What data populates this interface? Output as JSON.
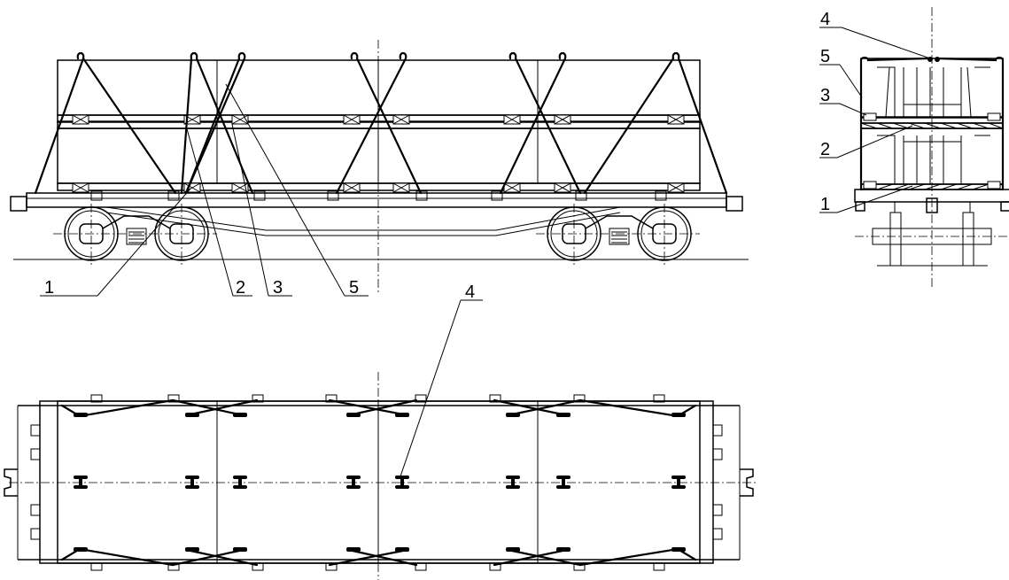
{
  "callouts": {
    "side_1": "1",
    "side_2": "2",
    "side_3": "3",
    "side_5": "5",
    "top_4": "4",
    "end_4": "4",
    "end_5": "5",
    "end_3": "3",
    "end_2": "2",
    "end_1": "1"
  }
}
